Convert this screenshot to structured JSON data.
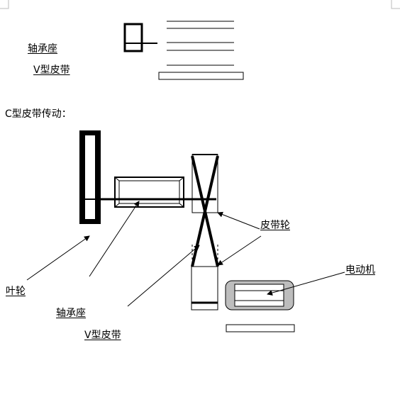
{
  "top_section": {
    "label_bearing_seat": "轴承座",
    "label_v_belt": "V型皮带"
  },
  "caption": "C型皮带传动：",
  "labels": {
    "impeller": "叶轮",
    "bearing_seat": "轴承座",
    "v_belt": "V型皮带",
    "pulley": "皮带轮",
    "motor": "电动机"
  },
  "colors": {
    "line": "#000000",
    "background": "#ffffff",
    "motor_body": "#bdbdbd"
  }
}
